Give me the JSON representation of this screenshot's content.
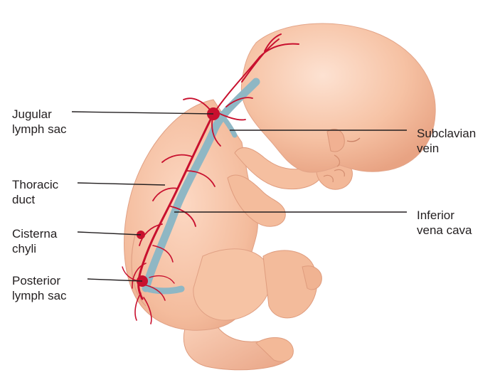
{
  "figure": {
    "labels": {
      "jugular_lymph_sac": "Jugular\nlymph sac",
      "thoracic_duct": "Thoracic\nduct",
      "cisterna_chyli": "Cisterna\nchyli",
      "posterior_lymph_sac": "Posterior\nlymph sac",
      "subclavian_vein": "Subclavian\nvein",
      "inferior_vena_cava": "Inferior\nvena cava"
    },
    "colors": {
      "skin": "#f7c4a6",
      "skin_shadow": "#e9a184",
      "lymph_vessels": "#c8102e",
      "veins": "#8fb7c4",
      "leader_lines": "#231f20",
      "label_text": "#231f20"
    }
  }
}
